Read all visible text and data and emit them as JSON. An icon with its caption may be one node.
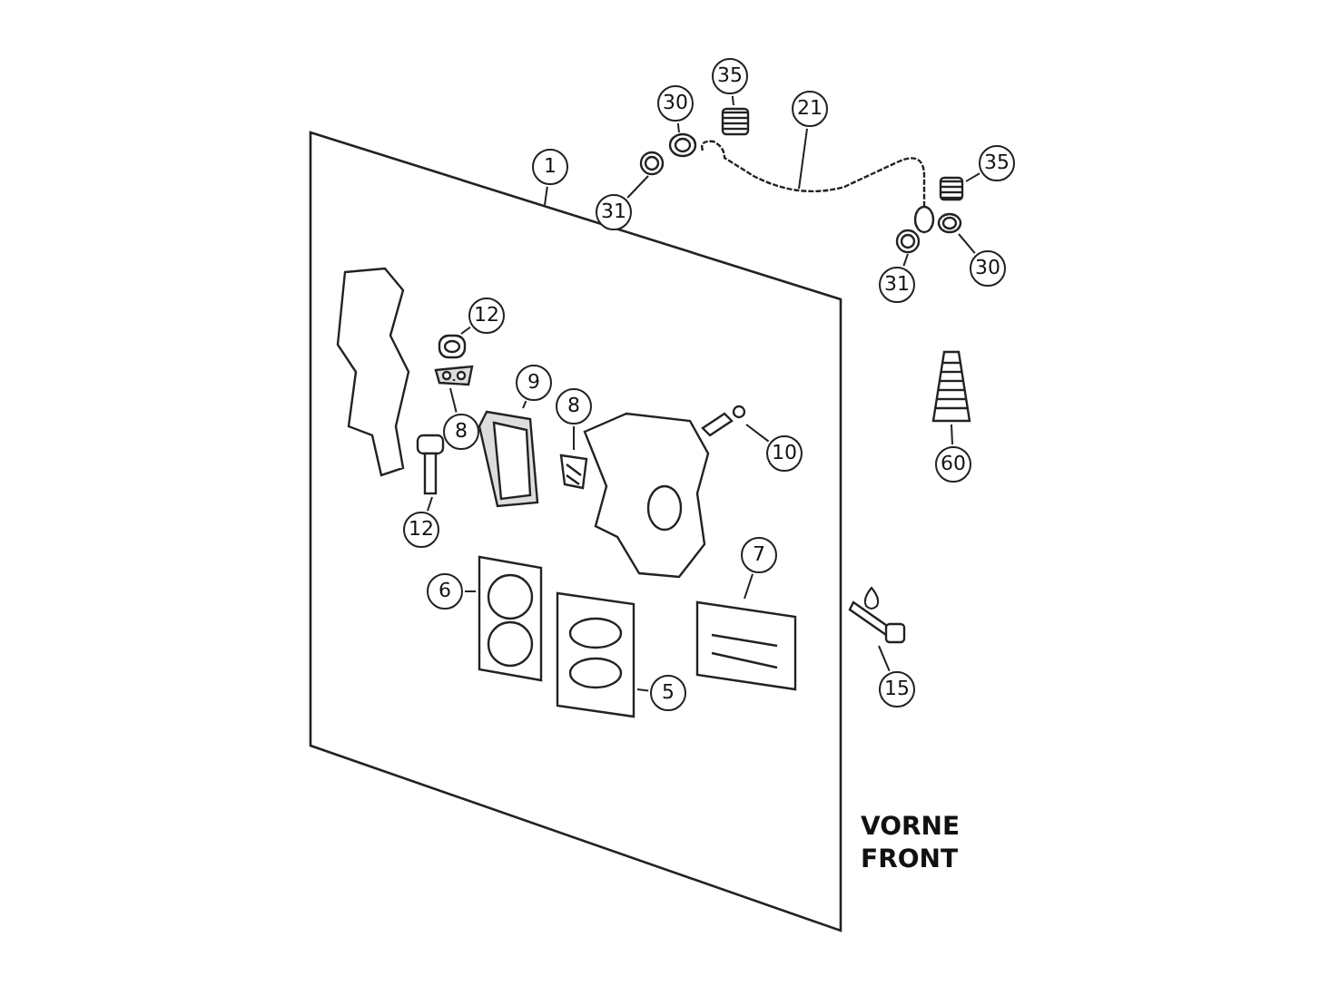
{
  "diagram": {
    "nodes": [
      {
        "text": [],
        "shape": "box"
      },
      {
        "text": [
          "1"
        ]
      },
      {
        "text": [
          "30"
        ]
      },
      {
        "text": [
          "35"
        ]
      },
      {
        "text": [
          "31"
        ]
      },
      {
        "text": [
          "21"
        ]
      },
      {
        "text": [
          "35"
        ]
      },
      {
        "text": [
          "30"
        ]
      },
      {
        "text": [
          "31"
        ]
      },
      {
        "text": [
          "60"
        ]
      },
      {
        "text": [
          "15"
        ]
      },
      {
        "text": [
          "12"
        ],
        "in": 0
      },
      {
        "text": [
          "8"
        ],
        "in": 0
      },
      {
        "text": [
          "9"
        ],
        "in": 0
      },
      {
        "text": [
          "8"
        ],
        "in": 0
      },
      {
        "text": [
          "10"
        ],
        "in": 0
      },
      {
        "text": [
          "12"
        ],
        "in": 0
      },
      {
        "text": [
          "6"
        ],
        "in": 0
      },
      {
        "text": [
          "7"
        ],
        "in": 0
      },
      {
        "text": [
          "5"
        ],
        "in": 0
      },
      {
        "text": [],
        "shape": "picture"
      },
      {
        "text": [],
        "shape": "picture"
      },
      {
        "text": [],
        "shape": "picture"
      },
      {
        "text": [],
        "shape": "picture"
      },
      {
        "text": [],
        "shape": "picture"
      },
      {
        "text": [],
        "shape": "picture"
      },
      {
        "text": [],
        "shape": "picture"
      },
      {
        "text": [],
        "shape": "picture"
      },
      {
        "text": [],
        "shape": "picture"
      },
      {
        "text": [],
        "shape": "picture",
        "in": 0
      },
      {
        "text": [],
        "shape": "picture",
        "in": 0
      },
      {
        "text": [],
        "shape": "picture",
        "in": 0
      },
      {
        "text": [],
        "shape": "picture",
        "in": 0
      },
      {
        "text": [],
        "shape": "picture",
        "in": 0
      },
      {
        "text": [],
        "shape": "picture",
        "in": 0
      },
      {
        "text": [],
        "shape": "picture",
        "in": 0
      },
      {
        "text": [],
        "shape": "picture",
        "in": 0
      },
      {
        "text": [],
        "shape": "picture",
        "in": 0
      }
    ],
    "edges": [
      {
        "from": 1,
        "to": 0,
        "arrow": "none"
      },
      {
        "from": 2,
        "to": 20,
        "arrow": "none"
      },
      {
        "from": 3,
        "to": 21,
        "arrow": "none"
      },
      {
        "from": 4,
        "to": 22,
        "arrow": "none"
      },
      {
        "from": 5,
        "to": 23,
        "arrow": "none"
      },
      {
        "from": 6,
        "to": 24,
        "arrow": "none"
      },
      {
        "from": 7,
        "to": 25,
        "arrow": "none"
      },
      {
        "from": 8,
        "to": 26,
        "arrow": "none"
      },
      {
        "from": 9,
        "to": 27,
        "arrow": "none"
      },
      {
        "from": 10,
        "to": 28,
        "arrow": "none"
      },
      {
        "from": 11,
        "to": 29,
        "arrow": "none"
      },
      {
        "from": 12,
        "to": 30,
        "arrow": "none"
      },
      {
        "from": 13,
        "to": 31,
        "arrow": "none"
      },
      {
        "from": 14,
        "to": 32,
        "arrow": "none"
      },
      {
        "from": 15,
        "to": 33,
        "arrow": "none"
      },
      {
        "from": 16,
        "to": 34,
        "arrow": "none"
      },
      {
        "from": 17,
        "to": 35,
        "arrow": "none"
      },
      {
        "from": 18,
        "to": 36,
        "arrow": "none"
      },
      {
        "from": 19,
        "to": 37,
        "arrow": "none"
      }
    ],
    "labels": [
      "VORNE",
      "FRONT"
    ]
  }
}
